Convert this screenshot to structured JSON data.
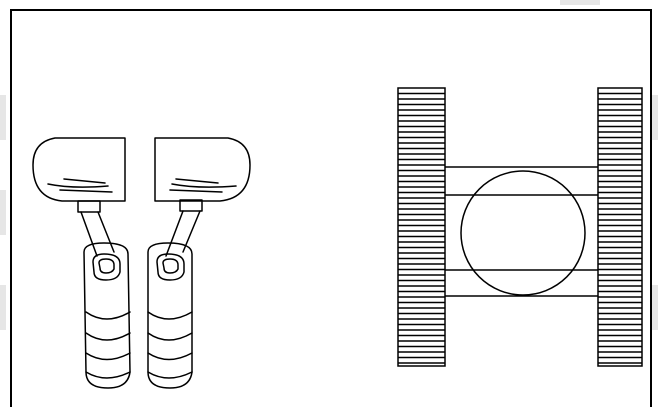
{
  "diagram": {
    "levers": [
      "left-control-lever",
      "right-control-lever"
    ],
    "tracked_machine": {
      "tracks": [
        "left-track",
        "right-track"
      ],
      "body": "upper-structure-circle"
    }
  },
  "colors": {
    "stroke": "#000000",
    "background": "#ffffff",
    "watermark": "#e6e6e6"
  }
}
